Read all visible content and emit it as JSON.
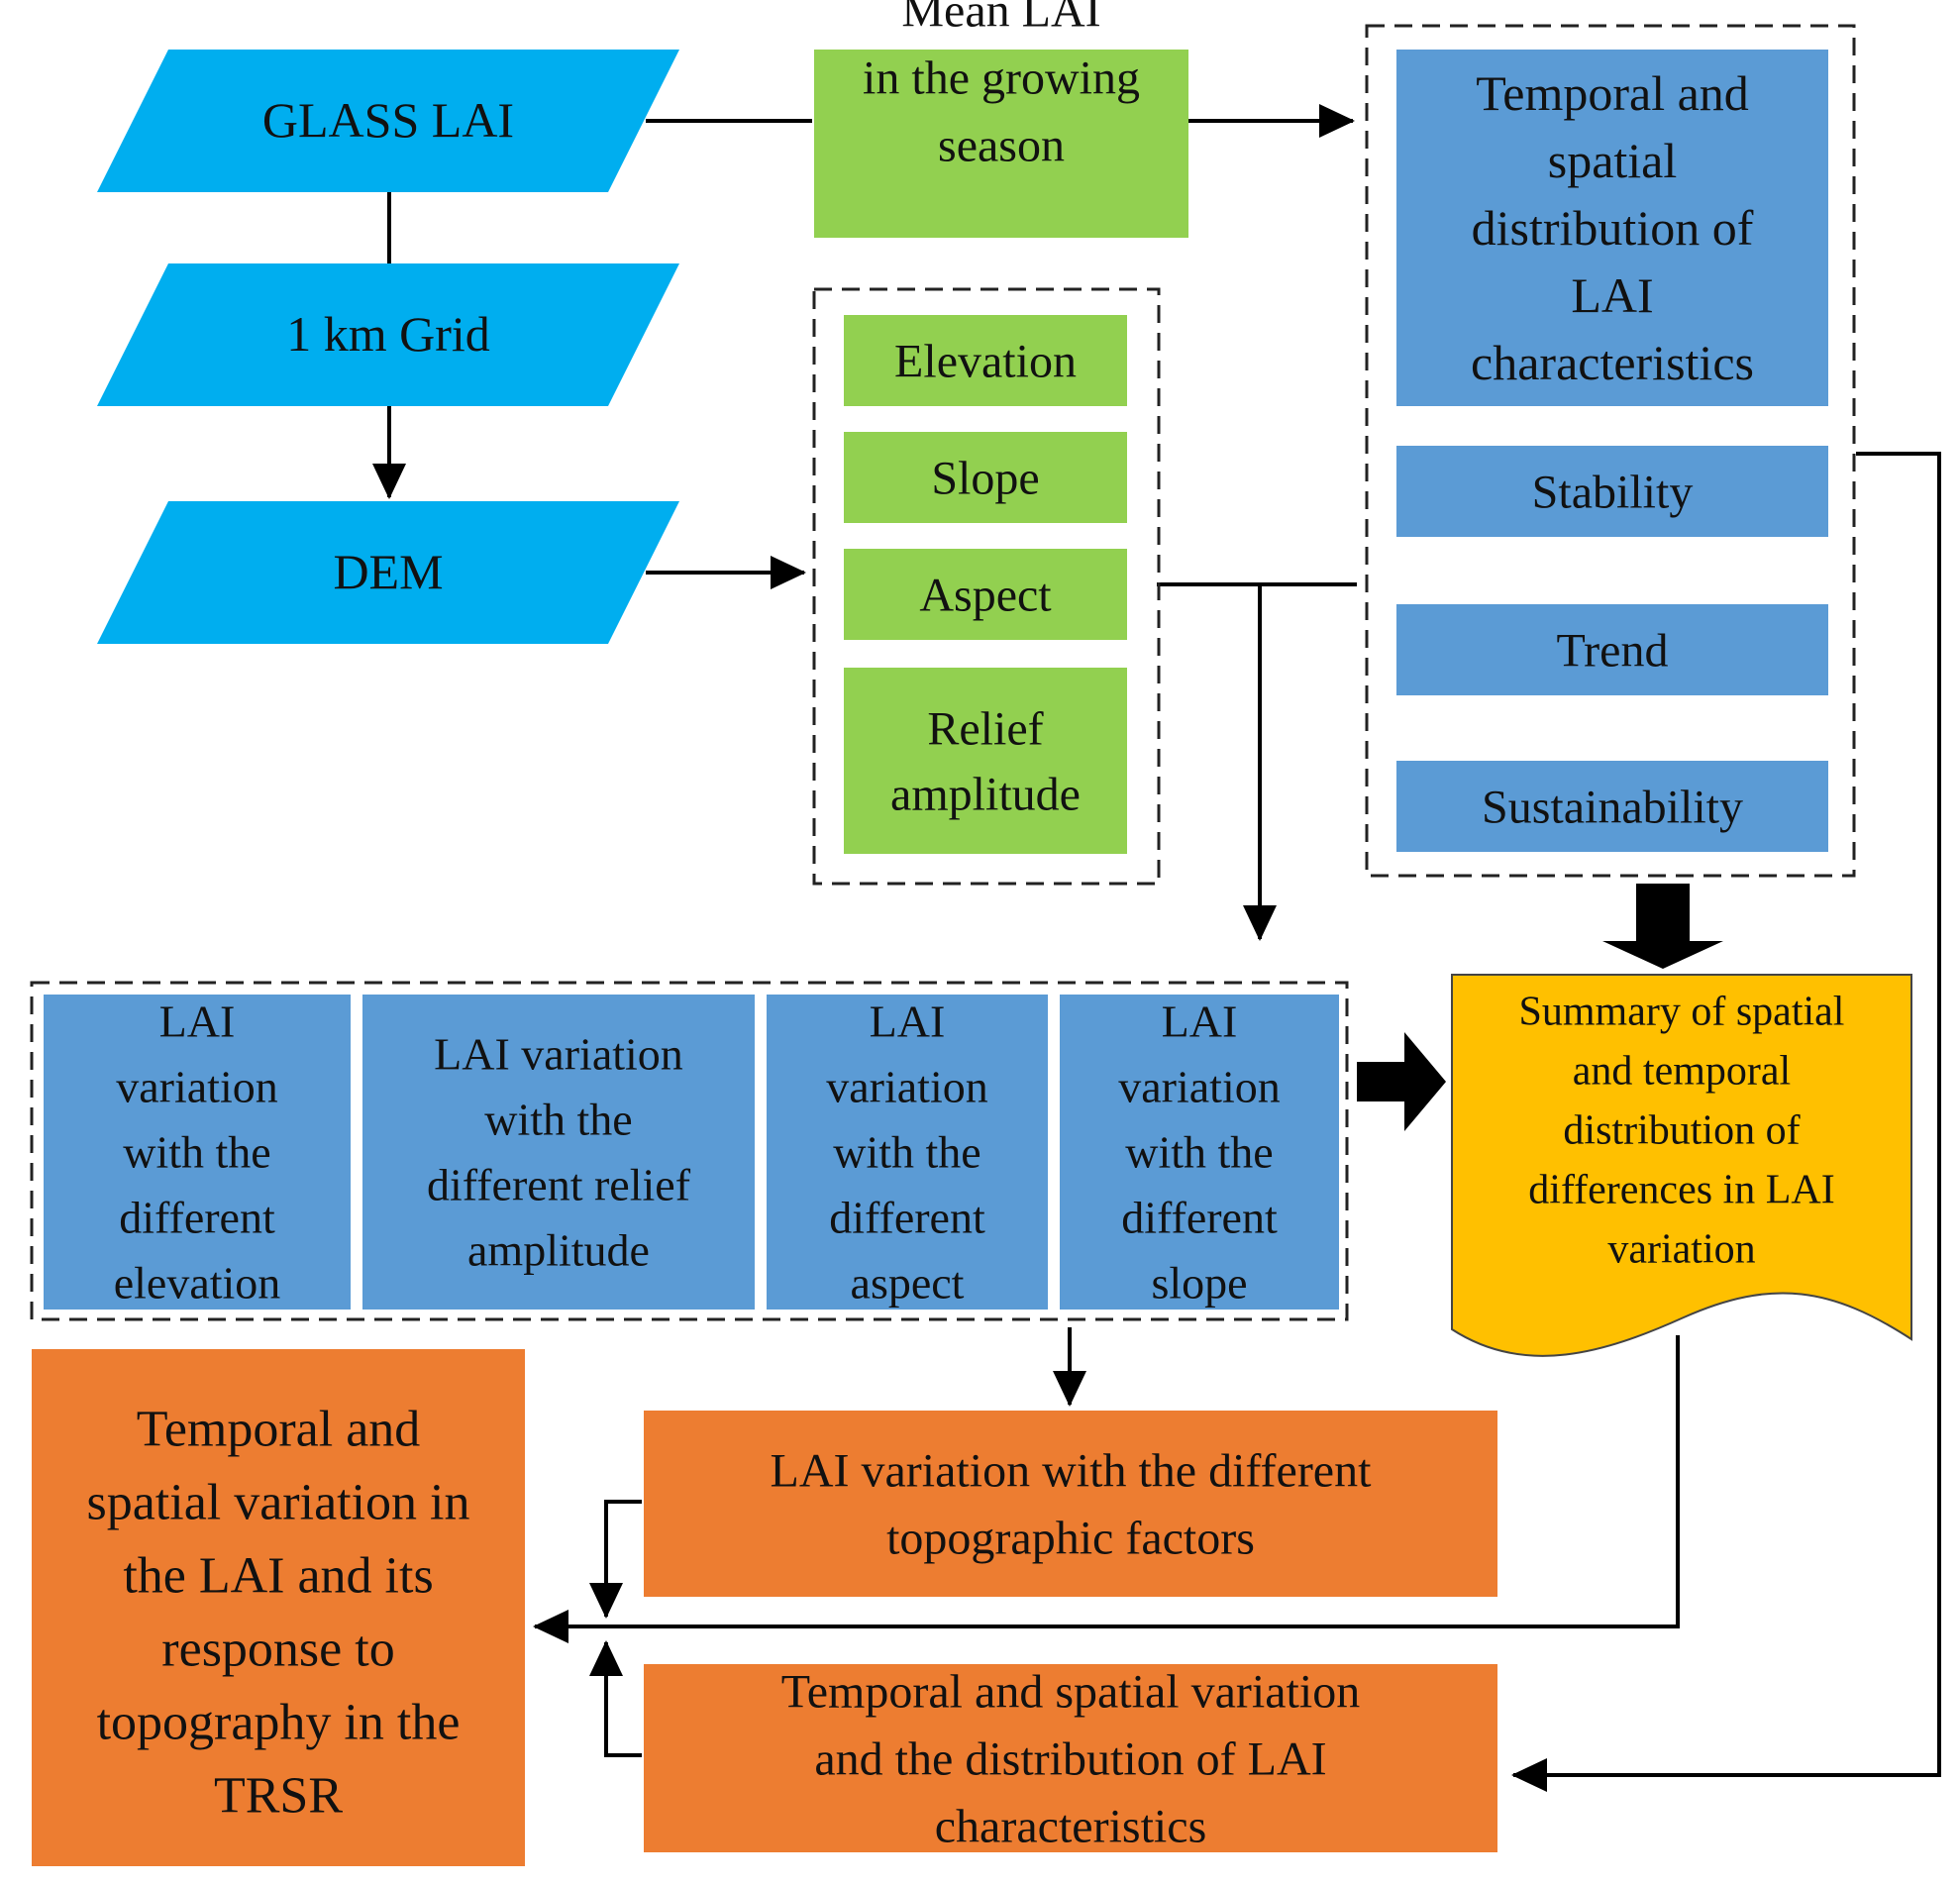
{
  "colors": {
    "input_cyan": "#00AEEF",
    "indicator_green": "#92D050",
    "analysis_blue": "#5B9BD5",
    "summary_yellow": "#FFC000",
    "result_orange": "#ED7D31",
    "line": "#000000"
  },
  "inputs": {
    "glass_lai": "GLASS LAI",
    "grid": "1 km Grid",
    "dem": "DEM"
  },
  "mean_lai": [
    "Mean LAI",
    "in the growing",
    "season"
  ],
  "topo_factors": {
    "elevation": [
      "Elevation"
    ],
    "slope": [
      "Slope"
    ],
    "aspect": [
      "Aspect"
    ],
    "relief": [
      "Relief",
      "amplitude"
    ]
  },
  "lai_characteristics": {
    "distribution": [
      "Temporal and",
      "spatial",
      "distribution  of",
      "LAI",
      "characteristics"
    ],
    "stability": [
      "Stability"
    ],
    "trend": [
      "Trend"
    ],
    "sustainability": [
      "Sustainability"
    ]
  },
  "variation_boxes": {
    "elevation": [
      "LAI",
      "variation",
      "with the",
      "different",
      "elevation"
    ],
    "relief": [
      "LAI variation",
      "with the",
      "different relief",
      "amplitude"
    ],
    "aspect": [
      "LAI",
      "variation",
      "with the",
      "different",
      "aspect"
    ],
    "slope": [
      "LAI",
      "variation",
      "with the",
      "different",
      "slope"
    ]
  },
  "summary": [
    "Summary of spatial",
    "and temporal",
    "distribution of",
    "differences in LAI",
    "variation"
  ],
  "results": {
    "topographic": [
      "LAI variation with the different",
      "topographic factors"
    ],
    "temporal": [
      "Temporal and spatial variation",
      "and the distribution of LAI",
      "characteristics"
    ],
    "final": [
      "Temporal and",
      "spatial variation in",
      "the LAI and its",
      "response to",
      "topography in the",
      "TRSR"
    ]
  }
}
